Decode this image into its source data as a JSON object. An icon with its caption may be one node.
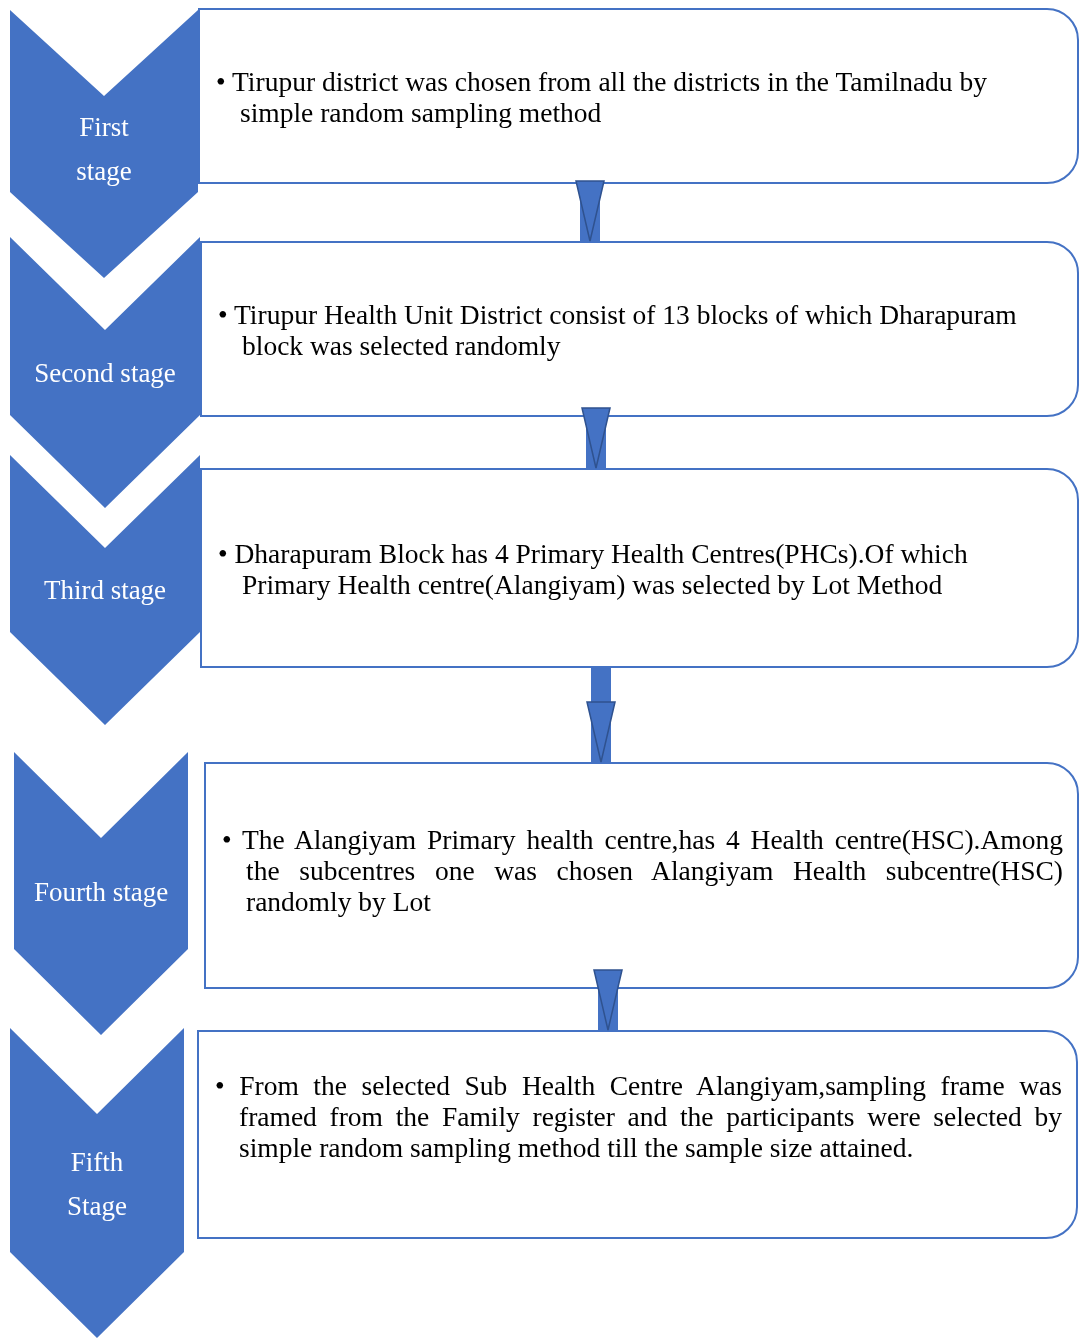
{
  "diagram": {
    "nodes": [
      {
        "text": [
          "First stage"
        ]
      },
      {
        "text": [
          "• Tirupur district was chosen from all the districts in the Tamilnadu by simple random sampling method"
        ]
      },
      {
        "text": [
          "Second stage"
        ]
      },
      {
        "text": [
          "• Tirupur Health Unit District consist of 13 blocks of which Dharapuram block was selected randomly"
        ]
      },
      {
        "text": [
          "Third stage"
        ]
      },
      {
        "text": [
          "• Dharapuram Block has 4 Primary Health Centres(PHCs).Of which Primary Health centre(Alangiyam) was selected by Lot Method"
        ]
      },
      {
        "text": [
          "Fourth stage"
        ]
      },
      {
        "text": [
          "• The Alangiyam Primary health centre,has 4 Health centre(HSC).Among the subcentres one was chosen Alangiyam Health subcentre(HSC) randomly by Lot"
        ]
      },
      {
        "text": [
          "Fifth Stage"
        ]
      },
      {
        "text": [
          "• From the selected Sub Health Centre Alangiyam,sampling frame was framed from the Family register and the participants were selected by simple random sampling method till the sample size attained."
        ]
      }
    ],
    "edges": [
      {
        "from": 1,
        "to": 3,
        "arrow": "to"
      },
      {
        "from": 3,
        "to": 5,
        "arrow": "to"
      },
      {
        "from": 5,
        "to": 7,
        "arrow": "to"
      },
      {
        "from": 7,
        "to": 9,
        "arrow": "to"
      }
    ]
  }
}
